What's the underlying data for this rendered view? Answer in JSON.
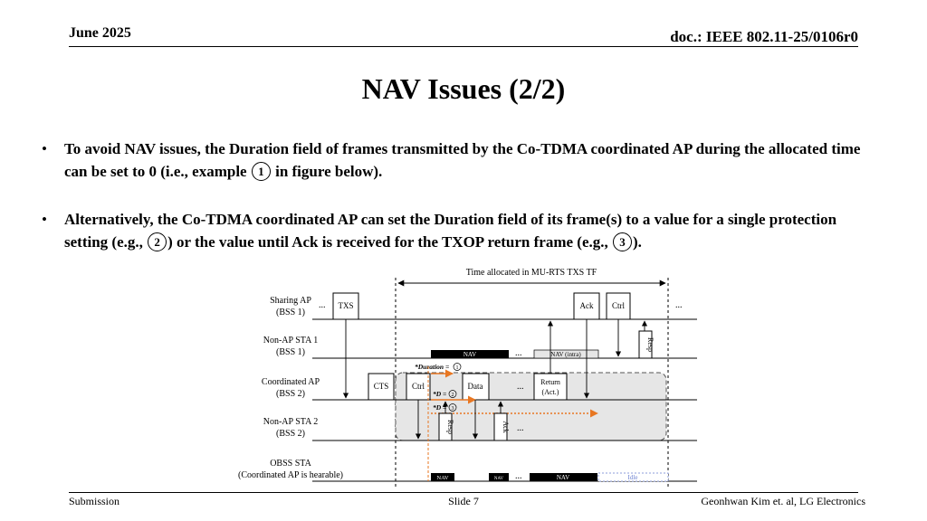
{
  "header": {
    "date": "June 2025",
    "doc": "doc.: IEEE 802.11-25/0106r0"
  },
  "slide_title": "NAV Issues (2/2)",
  "bullets": [
    {
      "bullet": "•",
      "part1": "To avoid NAV issues, the Duration field of frames transmitted by the Co-TDMA coordinated AP during the allocated time can be set to 0 (i.e., example ",
      "mark1": "1",
      "part2": " in figure below)."
    },
    {
      "bullet": "•",
      "part1": "Alternatively, the Co-TDMA coordinated AP can set the Duration field of its frame(s) to a value for a single protection setting (e.g., ",
      "mark1": "2",
      "part2": ") or the value until Ack is received for the TXOP return frame (e.g., ",
      "mark2": "3",
      "part3": ")."
    }
  ],
  "diagram": {
    "time_label": "Time allocated in MU-RTS TXS TF",
    "rows": [
      {
        "name": "Sharing AP",
        "bss": "(BSS 1)"
      },
      {
        "name": "Non-AP STA 1",
        "bss": "(BSS 1)"
      },
      {
        "name": "Coordinated AP",
        "bss": "(BSS 2)"
      },
      {
        "name": "Non-AP STA 2",
        "bss": "(BSS 2)"
      },
      {
        "name": "OBSS STA",
        "bss": "(Coordinated AP is hearable)"
      }
    ],
    "frames": {
      "txs": "TXS",
      "ack": "Ack",
      "ctrl": "Ctrl",
      "resp": "Resp",
      "nav": "NAV",
      "nav_intra": "NAV (intra)",
      "cts": "CTS",
      "data": "Data",
      "return1": "Return",
      "return2": "(Act.)",
      "idle": "Idle",
      "ellipsis": "..."
    },
    "annotations": {
      "duration0": "*Duration = ",
      "d2": "*D = ",
      "d3": "*D = "
    },
    "colors": {
      "arrow": "#e87722",
      "shade": "#e6e6e6",
      "idle": "#6a7fd0"
    }
  },
  "footer": {
    "left": "Submission",
    "center": "Slide 7",
    "right": "Geonhwan Kim et. al, LG Electronics"
  }
}
